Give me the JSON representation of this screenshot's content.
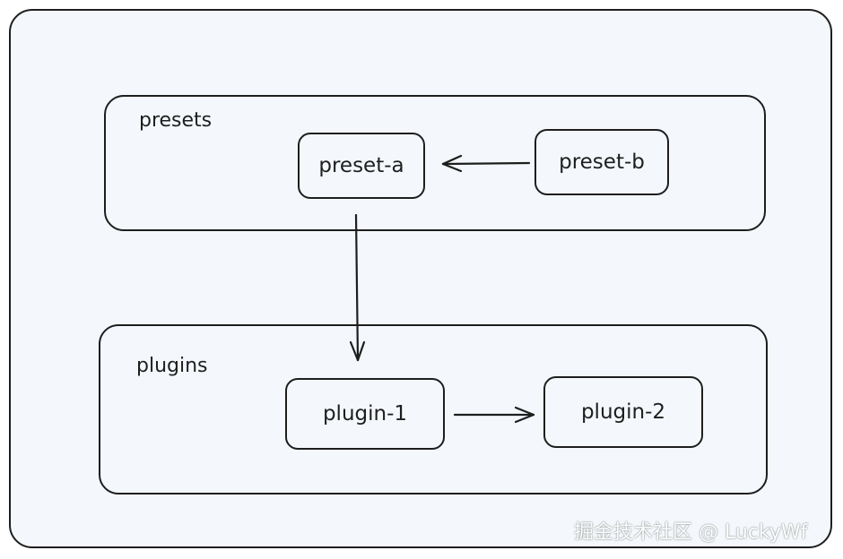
{
  "groups": {
    "presets": {
      "label": "presets"
    },
    "plugins": {
      "label": "plugins"
    }
  },
  "nodes": {
    "preset_a": "preset-a",
    "preset_b": "preset-b",
    "plugin_1": "plugin-1",
    "plugin_2": "plugin-2"
  },
  "edges": [
    {
      "from": "preset-b",
      "to": "preset-a"
    },
    {
      "from": "preset-a",
      "to": "plugins"
    },
    {
      "from": "plugin-1",
      "to": "plugin-2"
    }
  ],
  "watermark": "掘金技术社区 @ LuckyWf",
  "colors": {
    "stroke": "#1e1e1e",
    "fill": "#f4f8fc"
  }
}
